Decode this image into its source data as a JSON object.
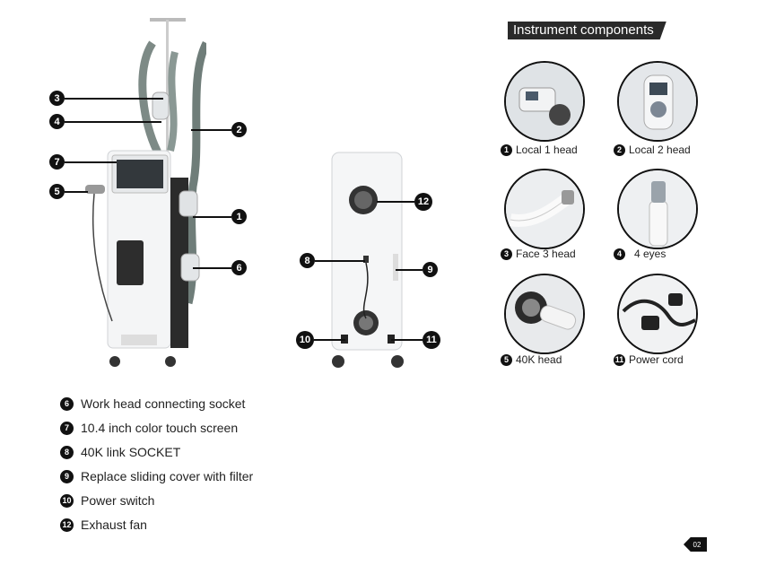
{
  "front_callouts": [
    {
      "num": "3"
    },
    {
      "num": "4"
    },
    {
      "num": "2"
    },
    {
      "num": "7"
    },
    {
      "num": "5"
    },
    {
      "num": "1"
    },
    {
      "num": "6"
    }
  ],
  "back_callouts": [
    {
      "num": "12"
    },
    {
      "num": "8"
    },
    {
      "num": "9"
    },
    {
      "num": "10"
    },
    {
      "num": "11"
    }
  ],
  "components": {
    "title": "Instrument components",
    "items": [
      {
        "num": "1",
        "label": "Local 1 head"
      },
      {
        "num": "2",
        "label": "Local 2 head"
      },
      {
        "num": "3",
        "label": "Face 3 head"
      },
      {
        "num": "4",
        "label": "4 eyes"
      },
      {
        "num": "5",
        "label": "40K head"
      },
      {
        "num": "11",
        "label": "Power cord"
      }
    ]
  },
  "legend": [
    {
      "num": "6",
      "text": "Work head connecting socket"
    },
    {
      "num": "7",
      "text": "10.4 inch color touch screen"
    },
    {
      "num": "8",
      "text": "40K link SOCKET"
    },
    {
      "num": "9",
      "text": "Replace sliding cover with filter"
    },
    {
      "num": "10",
      "text": "Power switch"
    },
    {
      "num": "12",
      "text": "Exhaust fan"
    }
  ],
  "page_number": "02"
}
